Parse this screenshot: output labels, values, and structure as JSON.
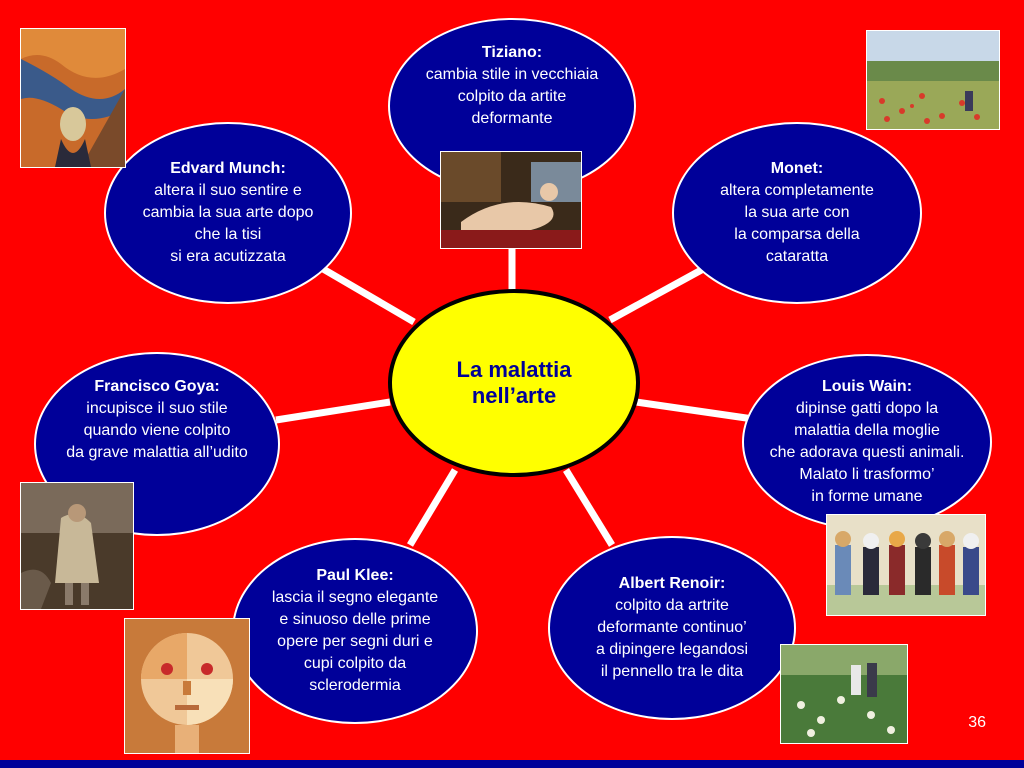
{
  "center_topic": "La malattia\nnell’arte",
  "artists": [
    {
      "name": "Tiziano:",
      "desc": "cambia stile in vecchiaia\ncolpito da artite\ndeformante"
    },
    {
      "name": "Monet:",
      "desc": "altera completamente\nla sua arte con\nla comparsa della\ncataratta"
    },
    {
      "name": "Louis Wain:",
      "desc": "dipinse gatti dopo la\nmalattia della moglie\nche adorava questi animali.\nMalato li trasformo’\nin forme umane"
    },
    {
      "name": "Albert Renoir:",
      "desc": "colpito da artrite\ndeformante continuo’\na dipingere legandosi\nil pennello tra le dita"
    },
    {
      "name": "Paul Klee:",
      "desc": "lascia il segno elegante\ne sinuoso delle prime\nopere per segni duri e\ncupi colpito da\nsclerodermia"
    },
    {
      "name": "Francisco Goya:",
      "desc": "incupisce il suo stile\nquando viene colpito\nda grave malattia all’udito"
    },
    {
      "name": "Edvard Munch:",
      "desc": "altera il suo sentire e\ncambia la sua arte  dopo\nche la tisi\nsi era acutizzata"
    }
  ],
  "page_number": "36",
  "colors": {
    "background": "#ff0000",
    "node_fill": "#000099",
    "center_fill": "#ffff00",
    "text": "#ffffff",
    "center_text": "#000099"
  }
}
